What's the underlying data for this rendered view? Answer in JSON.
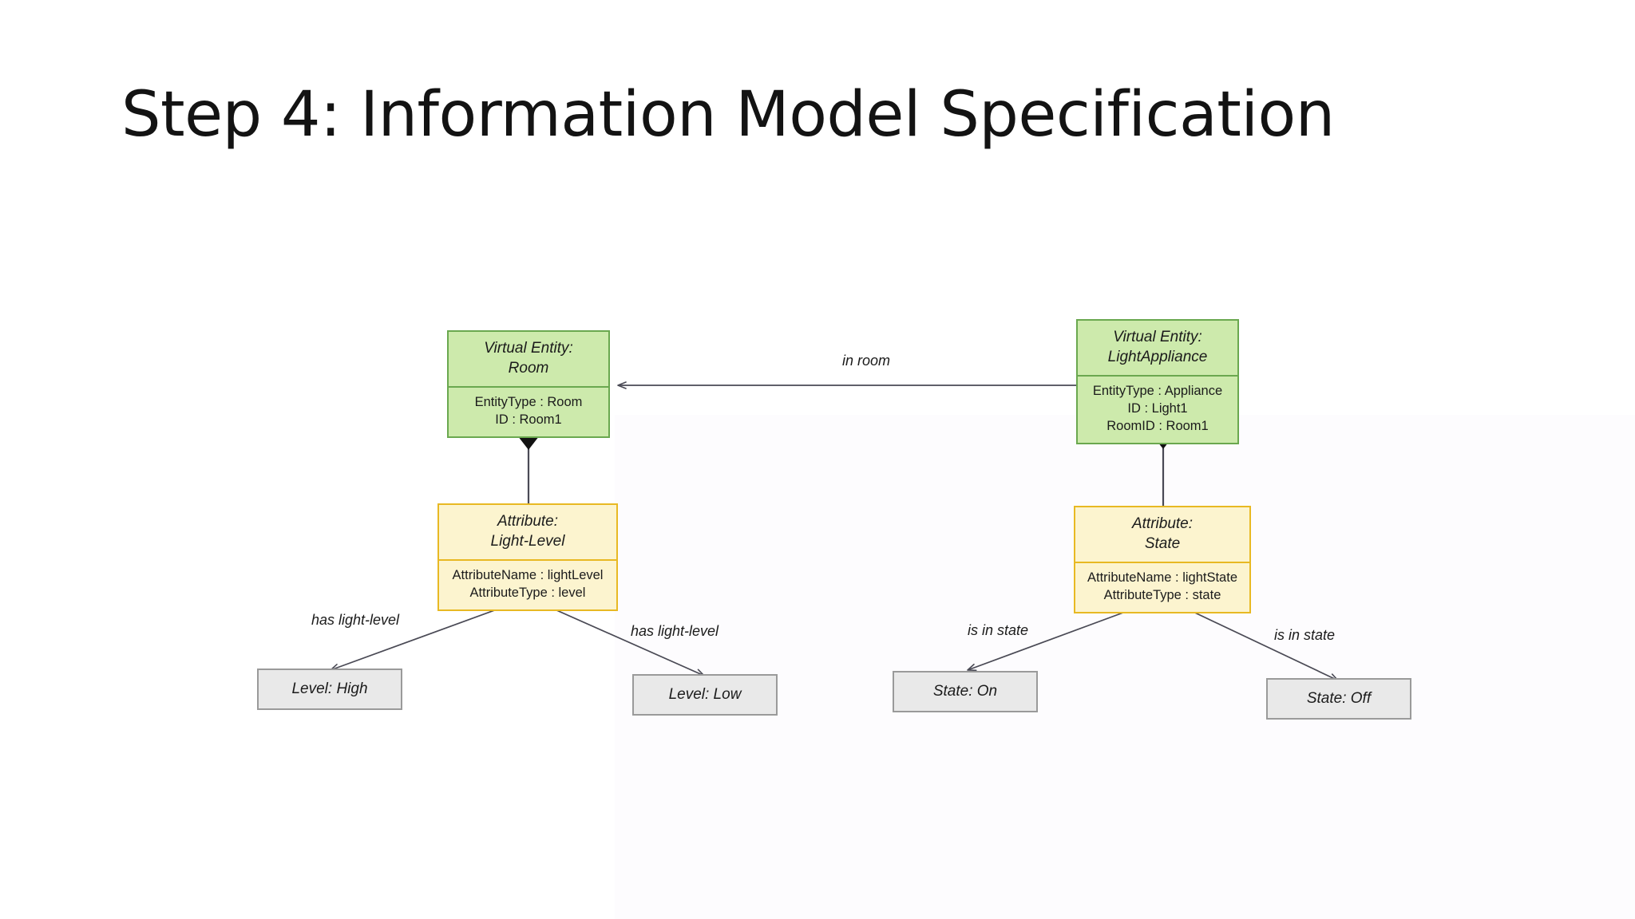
{
  "slide": {
    "title": "Step 4: Information Model Specification",
    "background": "#ffffff"
  },
  "palette": {
    "entity_fill": "#cdeaac",
    "entity_stroke": "#6aa84f",
    "attribute_fill": "#fcf4cf",
    "attribute_stroke": "#e8b923",
    "value_fill": "#e9e9e9",
    "value_stroke": "#9a9a9a",
    "edge_stroke": "#4a4a55",
    "text": "#1b1b1b"
  },
  "diagram": {
    "type": "uml-class-diagram",
    "nodes": {
      "room_entity": {
        "kind": "virtual-entity",
        "header_line1": "Virtual Entity:",
        "header_line2": "Room",
        "attributes": [
          "EntityType  : Room",
          "ID : Room1"
        ]
      },
      "light_appliance_entity": {
        "kind": "virtual-entity",
        "header_line1": "Virtual Entity:",
        "header_line2": "LightAppliance",
        "attributes": [
          "EntityType : Appliance",
          "ID : Light1",
          "RoomID : Room1"
        ]
      },
      "light_level_attribute": {
        "kind": "attribute",
        "header_line1": "Attribute:",
        "header_line2": "Light-Level",
        "attributes": [
          "AttributeName  : lightLevel",
          "AttributeType : level"
        ]
      },
      "state_attribute": {
        "kind": "attribute",
        "header_line1": "Attribute:",
        "header_line2": "State",
        "attributes": [
          "AttributeName  : lightState",
          "AttributeType : state"
        ]
      },
      "level_high_value": {
        "kind": "value",
        "label": "Level: High"
      },
      "level_low_value": {
        "kind": "value",
        "label": "Level: Low"
      },
      "state_on_value": {
        "kind": "value",
        "label": "State: On"
      },
      "state_off_value": {
        "kind": "value",
        "label": "State: Off"
      }
    },
    "edges": [
      {
        "id": "in-room",
        "from": "light_appliance_entity",
        "to": "room_entity",
        "label": "in room",
        "style": "open-arrow"
      },
      {
        "id": "room-composition",
        "from": "room_entity",
        "to": "light_level_attribute",
        "label": "",
        "style": "composition-diamond"
      },
      {
        "id": "appliance-composition",
        "from": "light_appliance_entity",
        "to": "state_attribute",
        "label": "",
        "style": "composition-diamond"
      },
      {
        "id": "has-light-level-high",
        "from": "light_level_attribute",
        "to": "level_high_value",
        "label": "has light-level",
        "style": "open-arrow"
      },
      {
        "id": "has-light-level-low",
        "from": "light_level_attribute",
        "to": "level_low_value",
        "label": "has light-level",
        "style": "open-arrow"
      },
      {
        "id": "is-in-state-on",
        "from": "state_attribute",
        "to": "state_on_value",
        "label": "is in state",
        "style": "open-arrow"
      },
      {
        "id": "is-in-state-off",
        "from": "state_attribute",
        "to": "state_off_value",
        "label": "is in state",
        "style": "open-arrow"
      }
    ]
  }
}
